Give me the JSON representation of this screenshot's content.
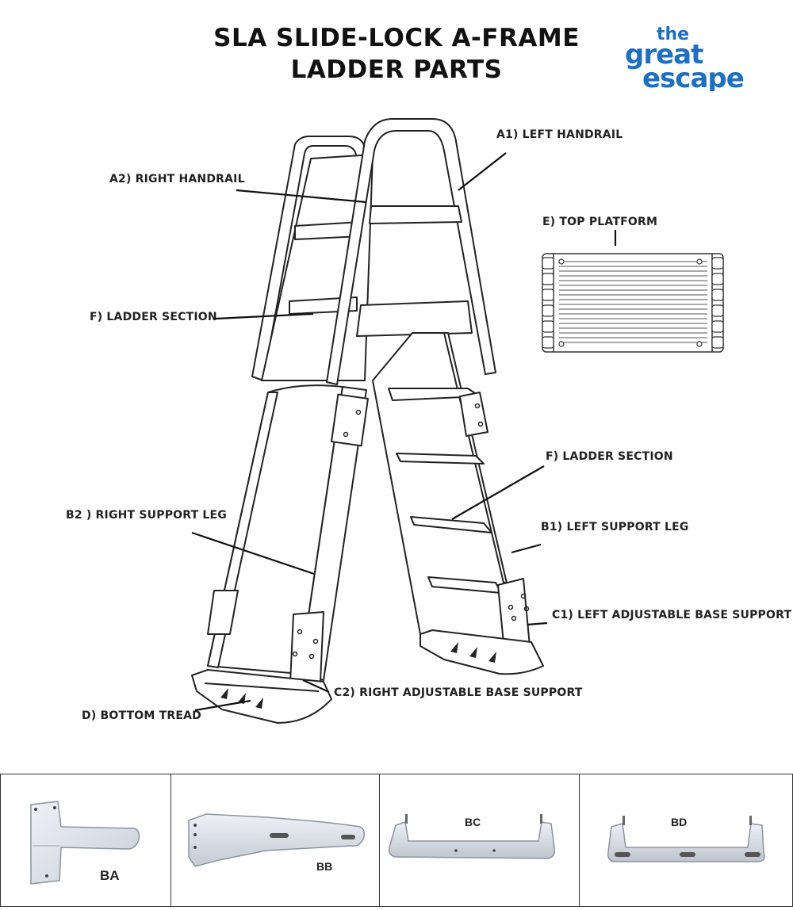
{
  "title": {
    "line1": "SLA SLIDE-LOCK A-FRAME",
    "line2": "LADDER PARTS"
  },
  "logo": {
    "line1": "the",
    "line2": "great",
    "line3": "escape",
    "color": "#1f6fc0"
  },
  "labels": {
    "a1": "A1) LEFT HANDRAIL",
    "a2": "A2) RIGHT HANDRAIL",
    "e": "E) TOP PLATFORM",
    "f_left": "F) LADDER SECTION",
    "f_right": "F) LADDER SECTION",
    "b2": "B2 ) RIGHT SUPPORT LEG",
    "b1": "B1) LEFT SUPPORT LEG",
    "c1": "C1) LEFT ADJUSTABLE BASE SUPPORT",
    "c2": "C2) RIGHT ADJUSTABLE BASE SUPPORT",
    "d": "D) BOTTOM TREAD"
  },
  "parts": [
    {
      "label": "BA"
    },
    {
      "label": "BB"
    },
    {
      "label": "BC"
    },
    {
      "label": "BD"
    }
  ]
}
